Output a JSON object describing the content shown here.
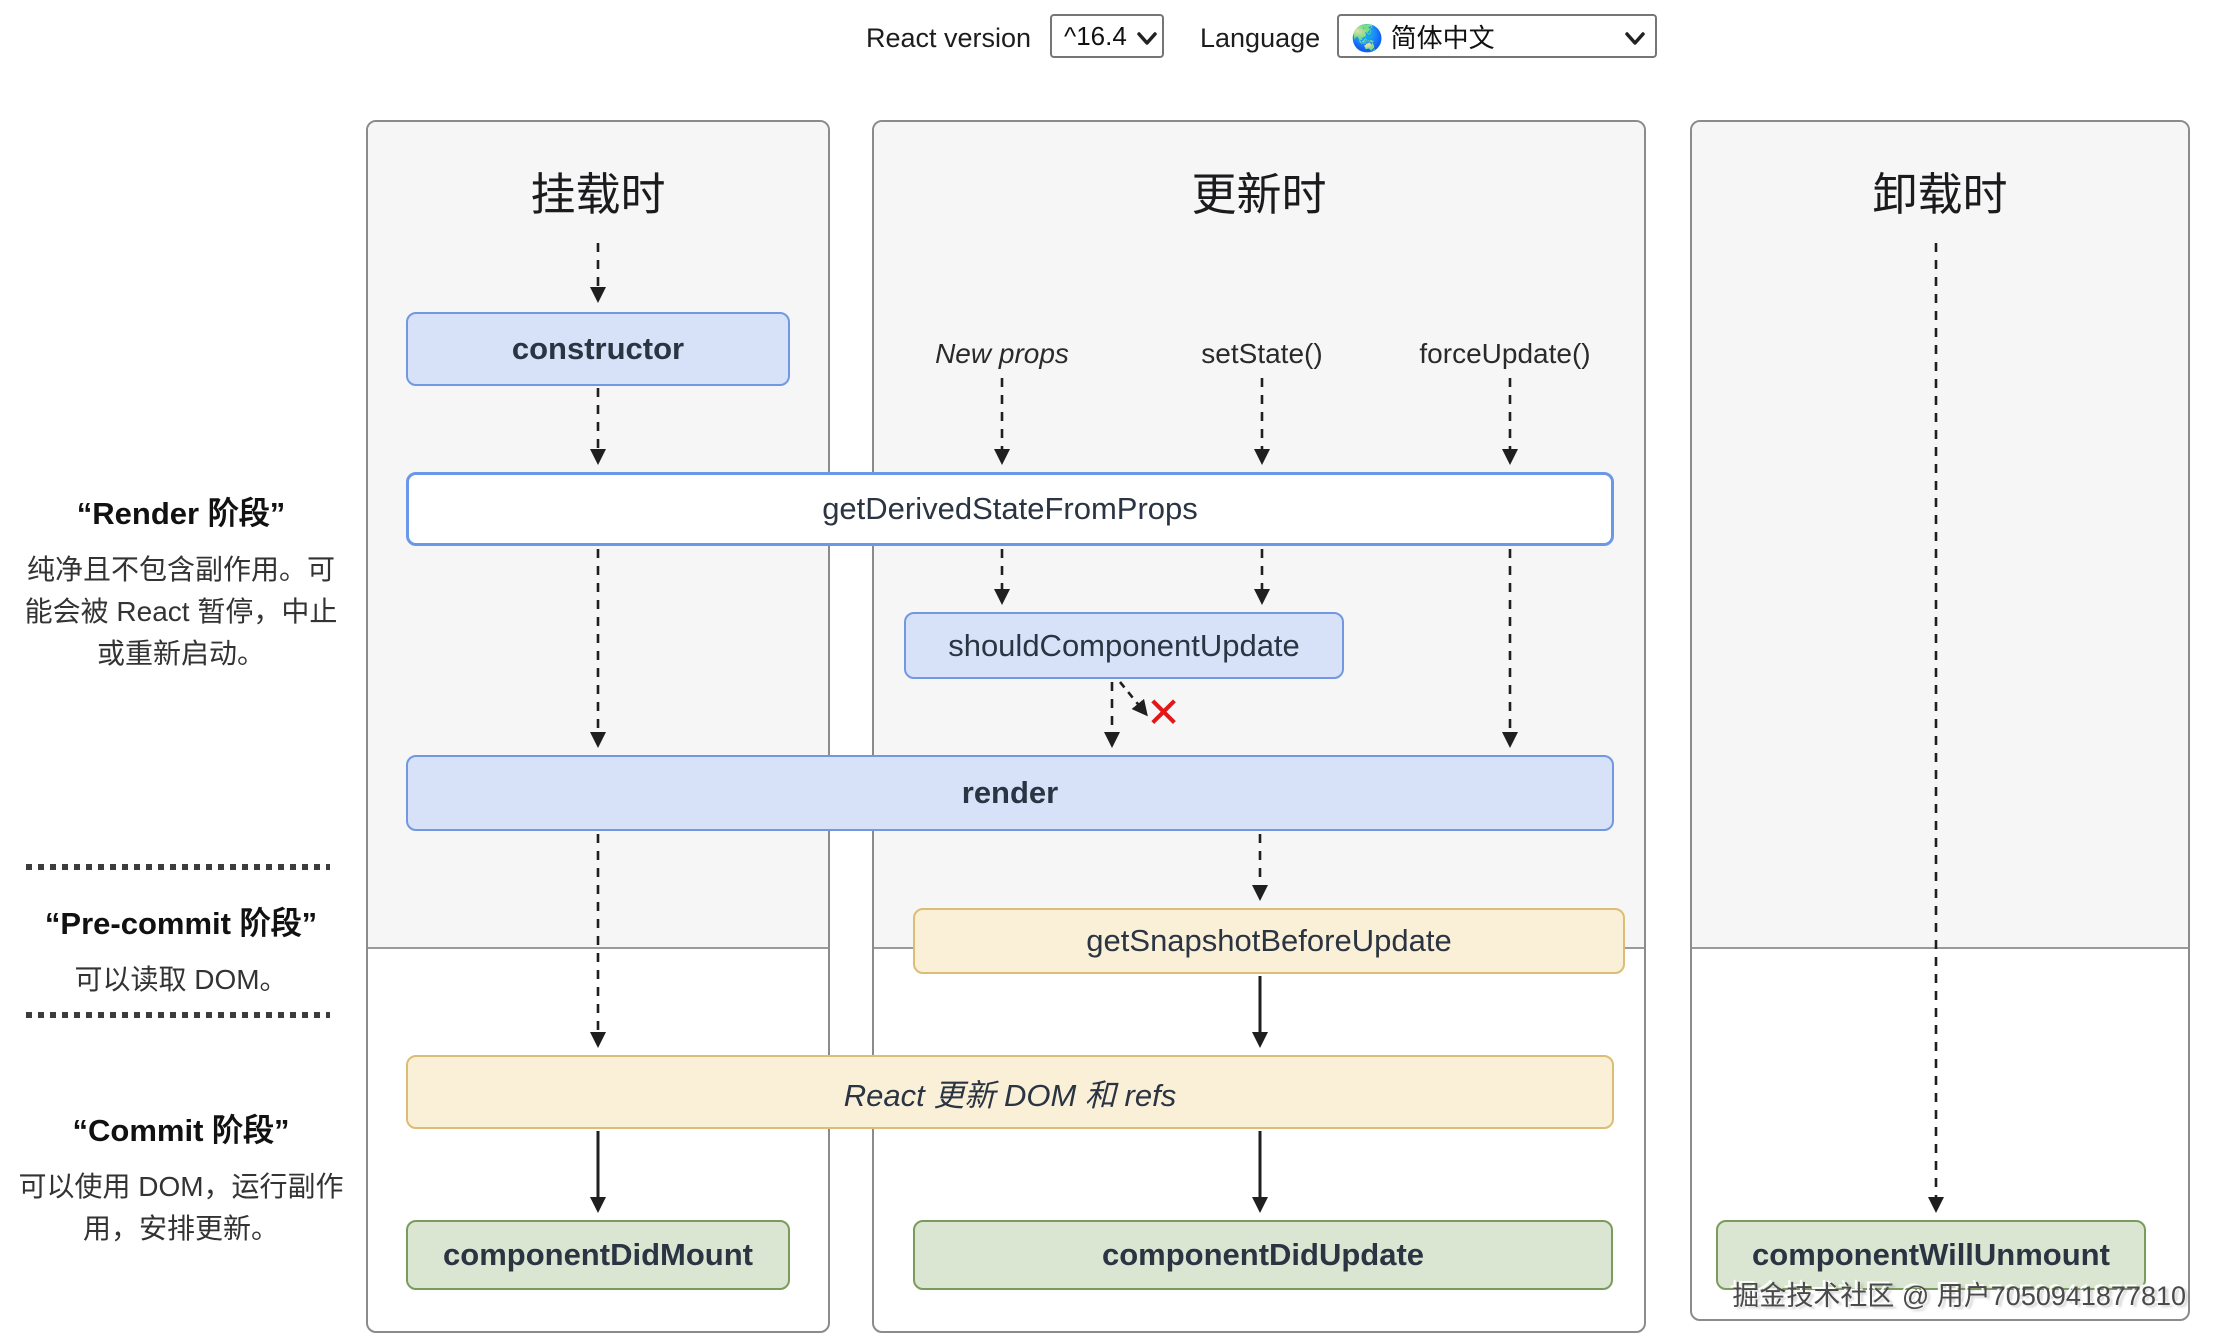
{
  "header": {
    "react_version_label": "React version",
    "react_version_value": "^16.4",
    "language_label": "Language",
    "language_value": "🌏 简体中文"
  },
  "columns": {
    "mounting": "挂载时",
    "updating": "更新时",
    "unmounting": "卸载时"
  },
  "phases": {
    "render": {
      "title": "“Render 阶段”",
      "desc": "纯净且不包含副作用。可能会被 React 暂停，中止或重新启动。"
    },
    "pre_commit": {
      "title": "“Pre-commit 阶段”",
      "desc": "可以读取 DOM。"
    },
    "commit": {
      "title": "“Commit 阶段”",
      "desc": "可以使用 DOM，运行副作用，安排更新。"
    }
  },
  "triggers": {
    "new_props": "New props",
    "set_state": "setState()",
    "force_update": "forceUpdate()"
  },
  "methods": {
    "constructor": "constructor",
    "get_derived_state_from_props": "getDerivedStateFromProps",
    "should_component_update": "shouldComponentUpdate",
    "render": "render",
    "get_snapshot_before_update": "getSnapshotBeforeUpdate",
    "react_updates_dom": "React 更新 DOM 和 refs",
    "component_did_mount": "componentDidMount",
    "component_did_update": "componentDidUpdate",
    "component_will_unmount": "componentWillUnmount"
  },
  "marks": {
    "skip_x": "✕"
  },
  "watermark": "掘金技术社区 @ 用户7050941877810",
  "colors": {
    "blue_fill": "#d7e2f8",
    "blue_border": "#7298e2",
    "orange_fill": "#faf0d8",
    "orange_border": "#ddbd74",
    "green_fill": "#dbe6d2",
    "green_border": "#7a9b5e",
    "skip_red": "#e01818",
    "column_shade": "#f6f6f7"
  }
}
